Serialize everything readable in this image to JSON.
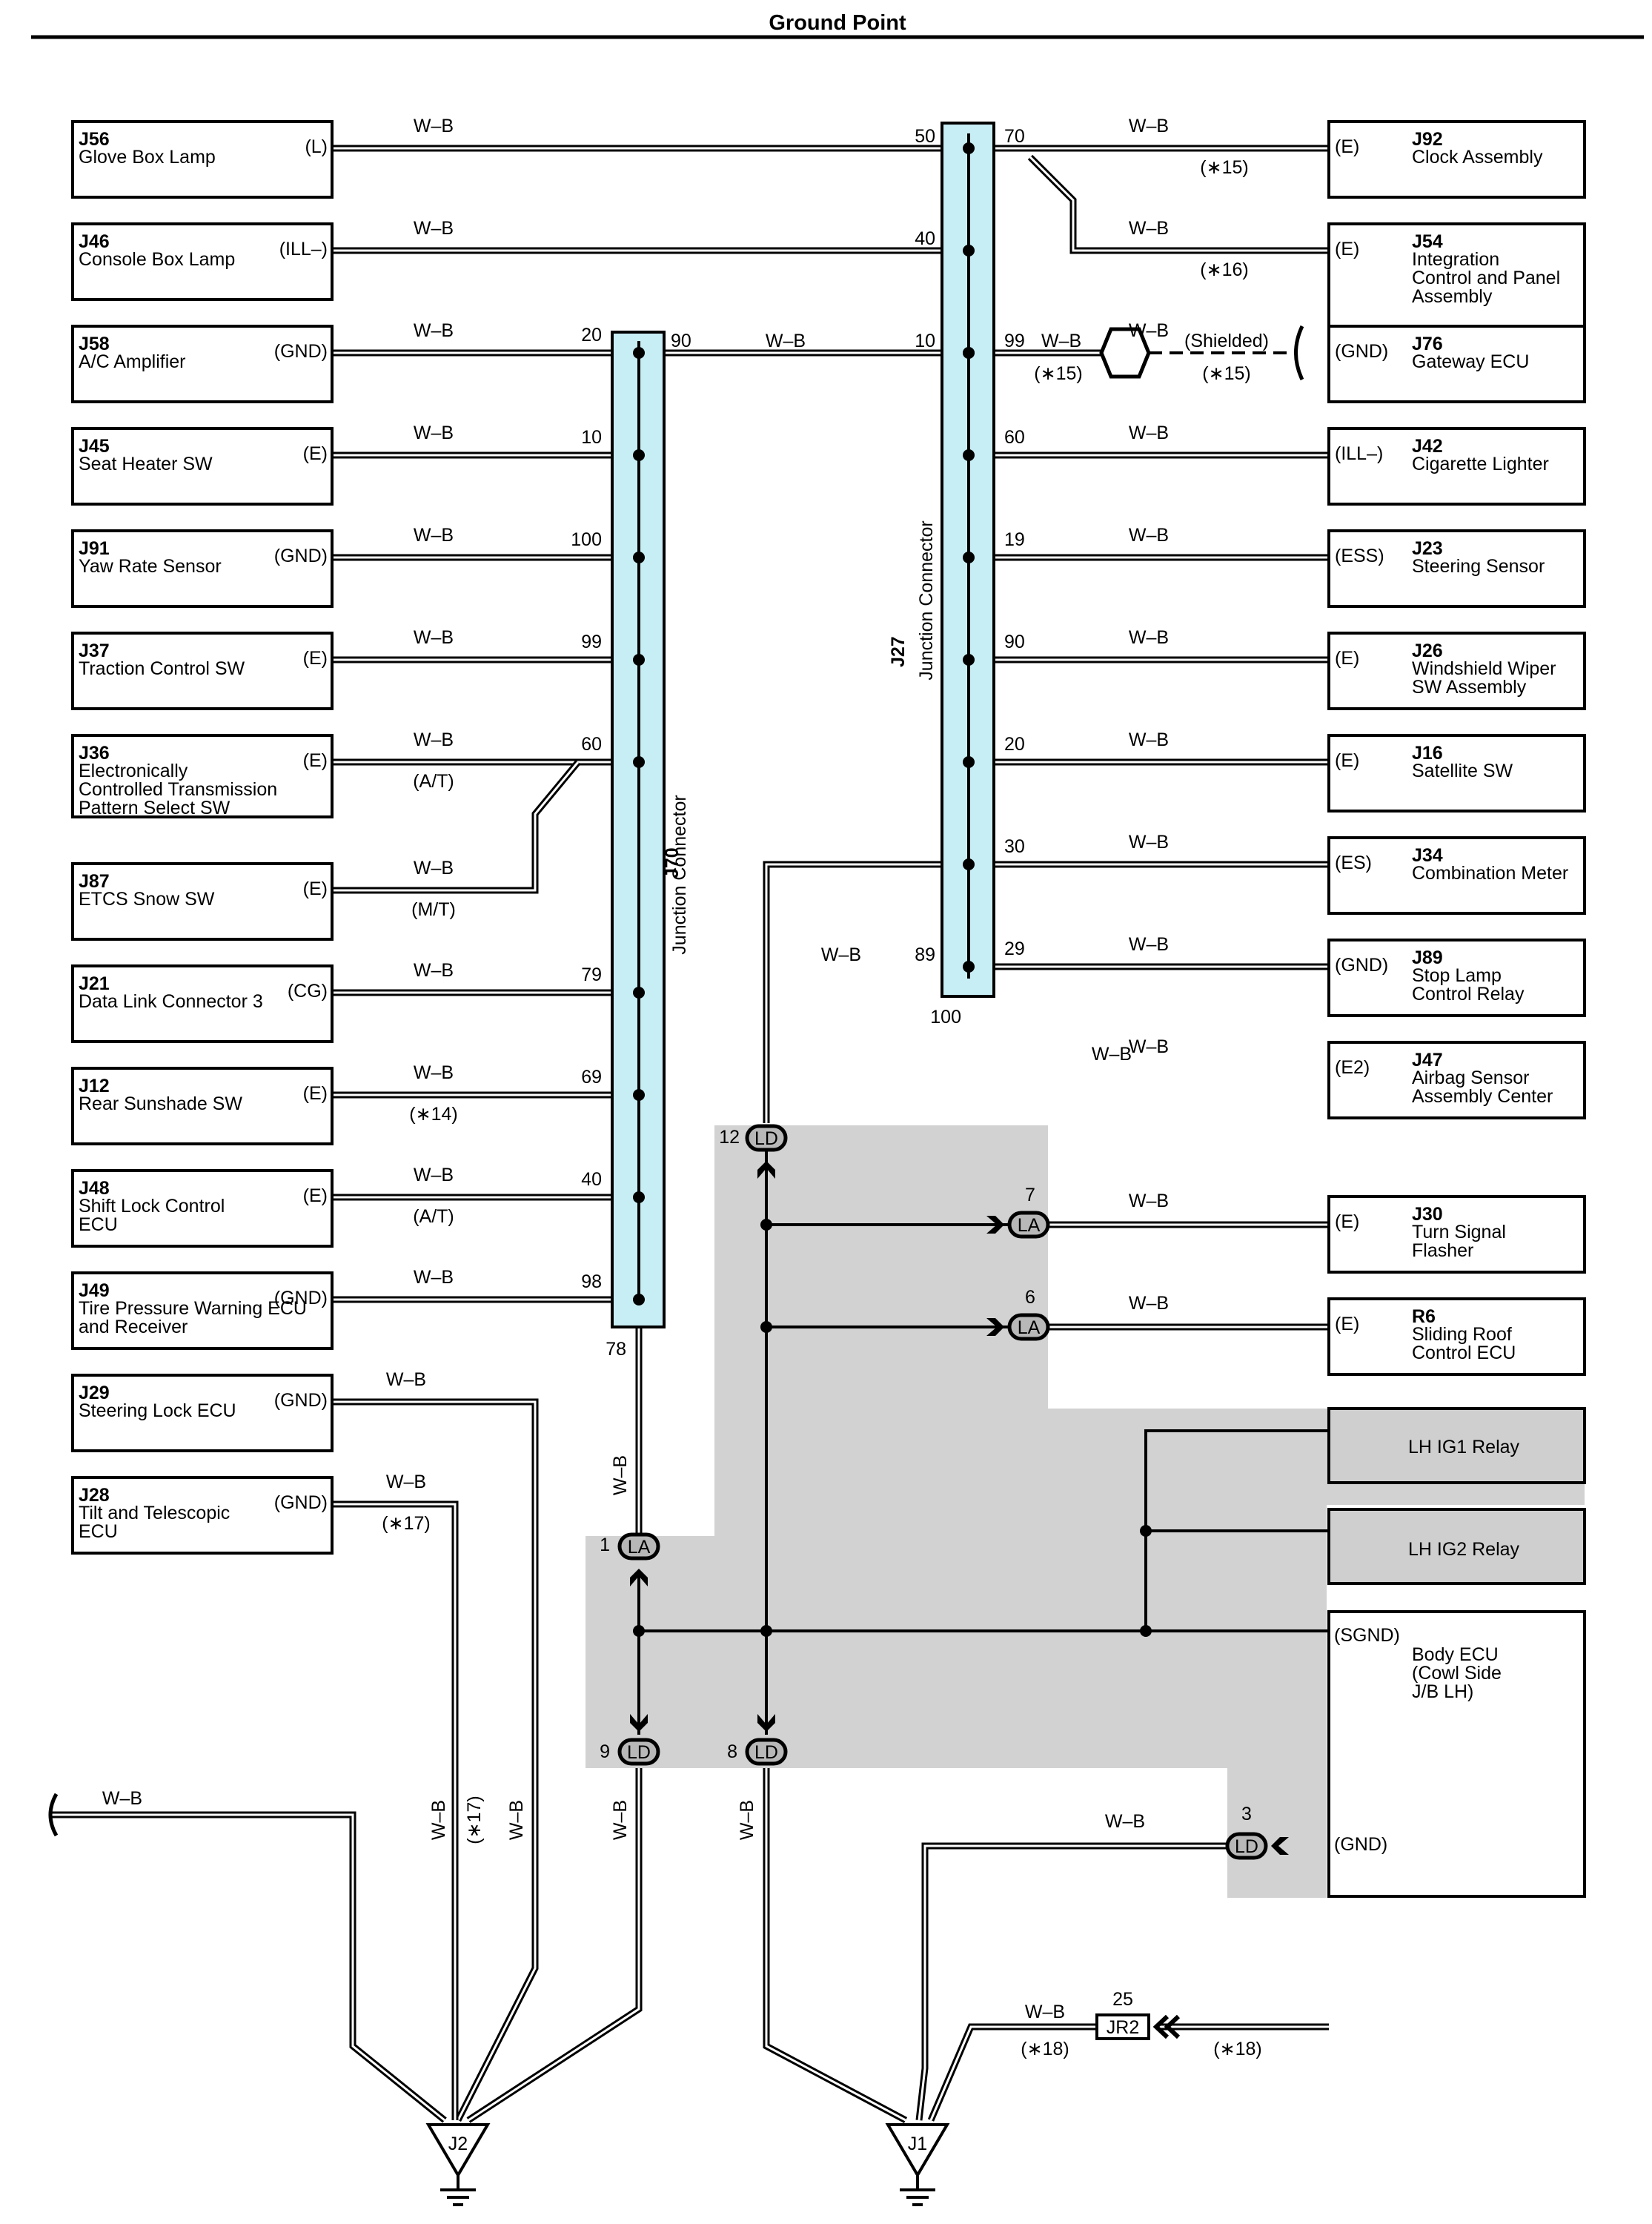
{
  "title": "Ground Point",
  "wire_color": "W–B",
  "j70": {
    "code": "J70",
    "name": "Junction Connector"
  },
  "j27": {
    "code": "J27",
    "name": "Junction Connector"
  },
  "left_components": [
    {
      "code": "J56",
      "name": [
        "Glove Box Lamp"
      ],
      "terminal": "(L)",
      "pin": "",
      "note": ""
    },
    {
      "code": "J46",
      "name": [
        "Console Box Lamp"
      ],
      "terminal": "(ILL–)",
      "pin": "",
      "note": ""
    },
    {
      "code": "J58",
      "name": [
        "A/C Amplifier"
      ],
      "terminal": "(GND)",
      "pin": "20",
      "note": ""
    },
    {
      "code": "J45",
      "name": [
        "Seat Heater SW"
      ],
      "terminal": "(E)",
      "pin": "10",
      "note": ""
    },
    {
      "code": "J91",
      "name": [
        "Yaw Rate Sensor"
      ],
      "terminal": "(GND)",
      "pin": "100",
      "note": ""
    },
    {
      "code": "J37",
      "name": [
        "Traction Control SW"
      ],
      "terminal": "(E)",
      "pin": "99",
      "note": ""
    },
    {
      "code": "J36",
      "name": [
        "Electronically",
        "Controlled Transmission",
        "Pattern Select SW"
      ],
      "terminal": "(E)",
      "pin": "60",
      "note": "(A/T)"
    },
    {
      "code": "J87",
      "name": [
        "ETCS Snow SW"
      ],
      "terminal": "(E)",
      "pin": "",
      "note": "(M/T)"
    },
    {
      "code": "J21",
      "name": [
        "Data Link Connector 3"
      ],
      "terminal": "(CG)",
      "pin": "79",
      "note": ""
    },
    {
      "code": "J12",
      "name": [
        "Rear Sunshade SW"
      ],
      "terminal": "(E)",
      "pin": "69",
      "note": "(∗14)"
    },
    {
      "code": "J48",
      "name": [
        "Shift Lock Control",
        "ECU"
      ],
      "terminal": "(E)",
      "pin": "40",
      "note": "(A/T)"
    },
    {
      "code": "J49",
      "name": [
        "Tire Pressure Warning ECU",
        "and Receiver"
      ],
      "terminal": "(GND)",
      "pin": "98",
      "note": ""
    },
    {
      "code": "J29",
      "name": [
        "Steering Lock ECU"
      ],
      "terminal": "(GND)",
      "pin": "",
      "note": ""
    },
    {
      "code": "J28",
      "name": [
        "Tilt and Telescopic",
        "ECU"
      ],
      "terminal": "(GND)",
      "pin": "",
      "note": "(∗17)"
    }
  ],
  "right_components": [
    {
      "code": "J92",
      "name": [
        "Clock Assembly"
      ],
      "terminal": "(E)",
      "pin": "70",
      "note": "(∗15)"
    },
    {
      "code": "J54",
      "name": [
        "Integration",
        "Control and Panel",
        "Assembly"
      ],
      "terminal": "(E)",
      "pin": "",
      "note": "(∗16)"
    },
    {
      "code": "J76",
      "name": [
        "Gateway ECU"
      ],
      "terminal": "(GND)",
      "pin": "60",
      "note": ""
    },
    {
      "code": "J42",
      "name": [
        "Cigarette Lighter"
      ],
      "terminal": "(ILL–)",
      "pin": "19",
      "note": ""
    },
    {
      "code": "J23",
      "name": [
        "Steering Sensor"
      ],
      "terminal": "(ESS)",
      "pin": "90",
      "note": ""
    },
    {
      "code": "J26",
      "name": [
        "Windshield Wiper",
        "SW Assembly"
      ],
      "terminal": "(E)",
      "pin": "20",
      "note": ""
    },
    {
      "code": "J16",
      "name": [
        "Satellite SW"
      ],
      "terminal": "(E)",
      "pin": "30",
      "note": ""
    },
    {
      "code": "J34",
      "name": [
        "Combination Meter"
      ],
      "terminal": "(ES)",
      "pin": "29",
      "note": ""
    },
    {
      "code": "J89",
      "name": [
        "Stop Lamp",
        "Control Relay"
      ],
      "terminal": "(GND)",
      "pin": "100",
      "note": ""
    },
    {
      "code": "J47",
      "name": [
        "Airbag Sensor",
        "Assembly Center"
      ],
      "terminal": "(E2)",
      "pin": "7",
      "note": ""
    },
    {
      "code": "J30",
      "name": [
        "Turn Signal",
        "Flasher"
      ],
      "terminal": "(E)",
      "pin": "6",
      "note": ""
    },
    {
      "code": "R6",
      "name": [
        "Sliding Roof",
        "Control ECU"
      ],
      "terminal": "(E)",
      "pin": "25",
      "note": "(∗18)"
    }
  ],
  "j27_pins": {
    "top_left": "50",
    "second_left": "40",
    "mid_left": "10",
    "low_left": "89",
    "shield_pin": "99",
    "j70_out": "90",
    "j70_bottom": "78"
  },
  "shield": {
    "label": "(Shielded)",
    "note_a": "(∗15)",
    "note_b": "(∗15)"
  },
  "relays": {
    "ig1": "LH IG1 Relay",
    "ig2": "LH IG2 Relay"
  },
  "body_ecu": {
    "name": [
      "Body ECU",
      "(Cowl Side",
      "J/B LH)"
    ],
    "sgnd": "(SGND)",
    "gnd": "(GND)"
  },
  "connectors": {
    "la": "LA",
    "ld": "LD",
    "jr2": "JR2",
    "pin1": "1",
    "pin3": "3",
    "pin8": "8",
    "pin9": "9",
    "pin12": "12"
  },
  "grounds": {
    "j2": "J2",
    "j1": "J1"
  },
  "notes": {
    "n17": "(∗17)",
    "n18": "(∗18)"
  }
}
